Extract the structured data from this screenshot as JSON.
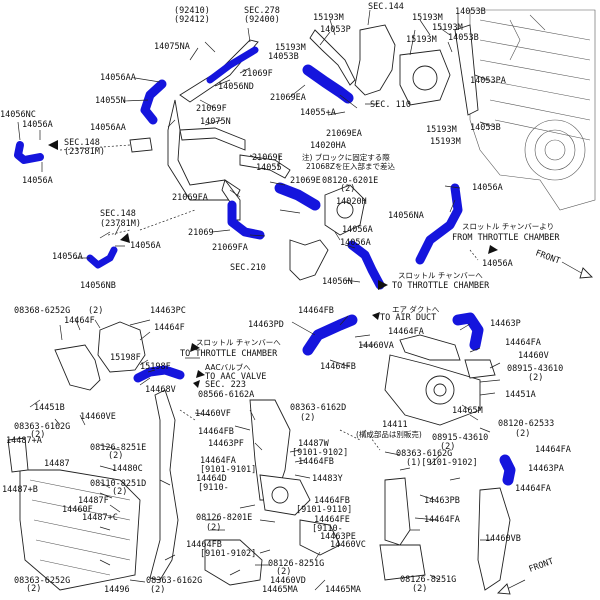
{
  "colors": {
    "hose": "#1515dd",
    "line": "#222222",
    "background": "#ffffff"
  },
  "top": {
    "labels": {
      "p92410": "(92410)",
      "p92412": "(92412)",
      "s278": "SEC.278",
      "s278b": "(92400)",
      "a14075NA": "14075NA",
      "a15193M_1": "15193M",
      "a14053P": "14053P",
      "s144": "SEC.144",
      "a15193M_2": "15193M",
      "a14053B_1": "14053B",
      "a15193M_3": "15193M",
      "a15193M_4": "15193M",
      "a14053B_2": "14053B",
      "a14056AA_1": "14056AA",
      "a21069F_1": "21069F",
      "a14056ND": "14056ND",
      "a14053PA": "14053PA",
      "a14055N": "14055N",
      "a21069F_2": "21069F",
      "a21069EA": "21069EA",
      "s110": "SEC. 110",
      "a14055_plus_A": "14055+A",
      "a14056AA_2": "14056AA",
      "a14075N": "14075N",
      "a14053B_3": "14053B",
      "a21069EA_2": "21069EA",
      "a15193M_5": "15193M",
      "a14020HA": "14020HA",
      "a15193M_6": "15193M",
      "a14056NC": "14056NC",
      "a14056A_1": "14056A",
      "s148a": "SEC.148",
      "s148a_b": "(23781M)",
      "a14056A_2": "14056A",
      "a21069E_1": "21069E",
      "a14055": "14055",
      "a21069E_2": "21069E",
      "note_jp": "注) ブロックに固定する際",
      "note_jp2": "21068Zを圧入部まで差込",
      "a08120": "08120-6201E",
      "a08120_b": "(2)",
      "a14056A_3": "14056A",
      "a21069FA_1": "21069FA",
      "a14020H": "14020H",
      "a14056NA": "14056NA",
      "s148b": "SEC.148",
      "s148b_b": "(23781M)",
      "a14056A_4": "14056A",
      "a21069": "21069",
      "a21069FA_2": "21069FA",
      "a14056A_5": "14056A",
      "a14056A_6": "14056A",
      "throttle_from_jp": "スロットル チャンバーより",
      "throttle_from": "FROM THROTTLE CHAMBER",
      "a14056A_7": "14056A",
      "a14056NB": "14056NB",
      "s210": "SEC.210",
      "a14056N": "14056N",
      "throttle_to_jp": "スロットル チャンバーへ",
      "throttle_to": "TO THROTTLE CHAMBER",
      "front": "FRONT"
    }
  },
  "bottom": {
    "labels": {
      "a08368": "08368-6252G",
      "a08368_b": "(2)",
      "a14463PC": "14463PC",
      "a14464FB_1": "14464FB",
      "air_duct_jp": "エア ダクトへ",
      "air_duct": "TO AIR DUCT",
      "a14464F_1": "14464F",
      "a14464F_2": "14464F",
      "a14463PD": "14463PD",
      "a14463P": "14463P",
      "throttle_to2_jp": "スロットル チャンバーへ",
      "throttle_to2": "TO THROTTLE CHAMBER",
      "a14464FA_1": "14464FA",
      "a15198F_1": "15198F",
      "a14460VA": "14460VA",
      "a14464FA_2": "14464FA",
      "a15198F_2": "15198F",
      "a14464FB_2": "14464FB",
      "a14460V": "14460V",
      "aac_jp": "AACバルブへ",
      "aac": "TO AAC VALVE",
      "a08915": "08915-43610",
      "a08915_b": "(2)",
      "a14468V": "14468V",
      "s223": "SEC. 223",
      "a08566": "08566-6162A",
      "a14451A": "14451A",
      "a14451B": "14451B",
      "a14460VE": "14460VE",
      "a14460VF": "14460VF",
      "a08363_1": "08363-6162D",
      "a08363_1b": "(2)",
      "a14465M": "14465M",
      "a08120_2": "08120-62533",
      "a08120_2b": "(2)",
      "a08363_2": "08363-6162G",
      "a08363_2b": "(2)",
      "a14464FB_3": "14464FB",
      "a14411": "14411",
      "a08915_2": "08915-43610",
      "a08915_2b": "(2)",
      "a14487A": "14487+A",
      "a14463PF": "14463PF",
      "a14487W": "14487W",
      "a14487W_b": "[9101-9102]",
      "kousei_jp": "(構成部品は別販売)",
      "a14464FA_3": "14464FA",
      "a08126_1": "08126-8251E",
      "a08126_1b": "(2)",
      "a14464FA_4": "14464FA",
      "a14464FA_4b": "[9101-9101]",
      "a14464FB_4": "14464FB",
      "a08363_3": "08363-6162G",
      "a08363_3b": "(1)[9101-9102]",
      "a14463PA": "14463PA",
      "a14487": "14487",
      "a14480C": "14480C",
      "a14464D": "14464D",
      "a14464D_b": "[9110-",
      "a14483Y": "14483Y",
      "a14464FA_5": "14464FA",
      "a14487B": "14487+B",
      "a08110": "08110-8251D",
      "a08110_b": "(2)",
      "a14463PB": "14463PB",
      "a14487F": "14487F",
      "a14460F": "14460F",
      "a14487C": "14487+C",
      "a14464FB_5": "14464FB",
      "a14464FB_5b": "[9101-9110]",
      "a14464FE": "14464FE",
      "a14464FE_b": "[9110-",
      "a08126_2": "08126-8201E",
      "a08126_2b": "(2)",
      "a14463PE": "14463PE",
      "a14464FA_6": "14464FA",
      "a14460VC": "14460VC",
      "a14464FB_6": "14464FB",
      "a14464FB_6b": "[9101-9102]",
      "a14460VB": "14460VB",
      "a08126_3": "08126-8251G",
      "a08126_3b": "(2)",
      "a08126_4": "08126-8251G",
      "a08126_4b": "(2)",
      "a08363_4": "08363-6252G",
      "a08363_4b": "(2)",
      "a14496": "14496",
      "a08363_5": "08363-6162G",
      "a08363_5b": "(2)",
      "a14460VD": "14460VD",
      "a14465MA": "14465MA",
      "a14465MA_2": "14465MA",
      "front2": "FRONT"
    }
  }
}
